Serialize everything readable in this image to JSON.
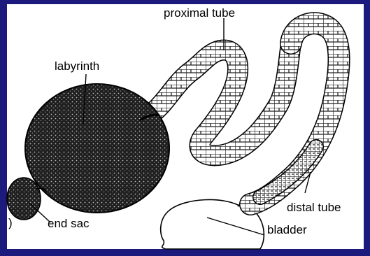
{
  "diagram": {
    "labels": {
      "proximal_tube": "proximal tube",
      "labyrinth": "labyrinth",
      "distal_tube": "distal tube",
      "end_sac": "end sac",
      "bladder": "bladder"
    },
    "panel_letter": ")",
    "colors": {
      "frame": "#1c1a7c",
      "panel": "#ffffff",
      "ink": "#000000",
      "stipple": "#2a2a2a"
    }
  }
}
